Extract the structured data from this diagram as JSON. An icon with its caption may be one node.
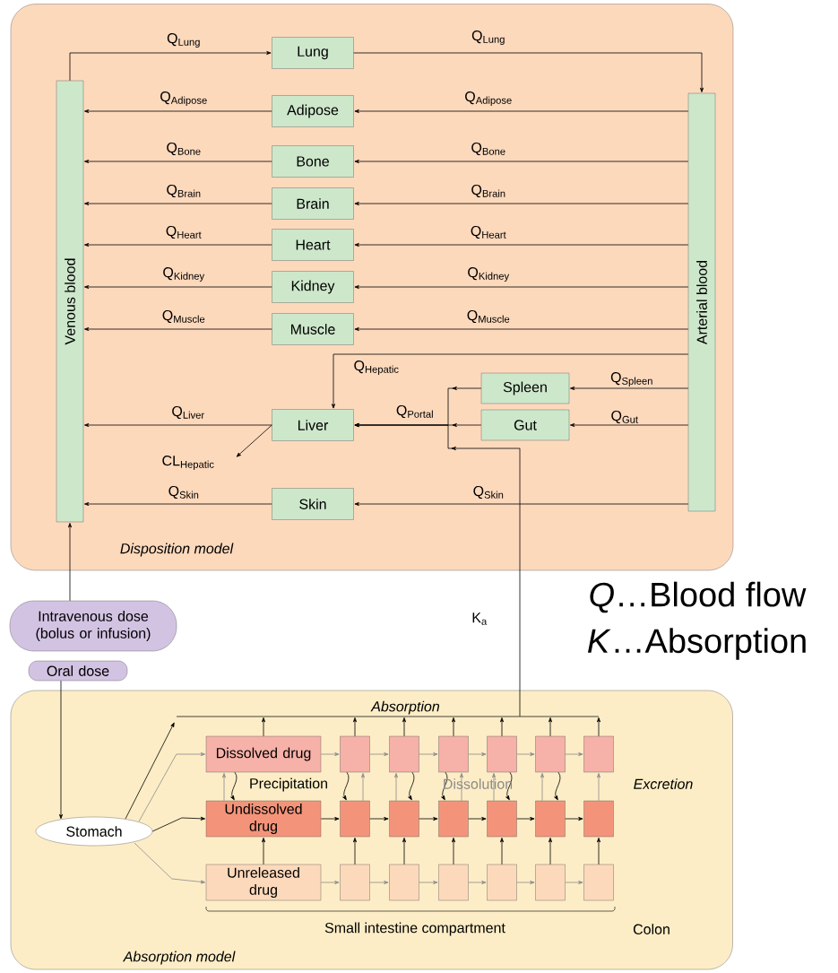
{
  "diagram": {
    "nodes": [
      {
        "text": [
          "Disposition model"
        ]
      },
      {
        "text": [
          "Venous blood"
        ],
        "in": 0
      },
      {
        "text": [
          "Lung"
        ],
        "in": 0
      },
      {
        "text": [
          "Adipose"
        ],
        "in": 0
      },
      {
        "text": [
          "Bone"
        ],
        "in": 0
      },
      {
        "text": [
          "Brain"
        ],
        "in": 0
      },
      {
        "text": [
          "Heart"
        ],
        "in": 0
      },
      {
        "text": [
          "Kidney"
        ],
        "in": 0
      },
      {
        "text": [
          "Muscle"
        ],
        "in": 0
      },
      {
        "text": [
          "Liver"
        ],
        "in": 0
      },
      {
        "text": [
          "Spleen"
        ],
        "in": 0
      },
      {
        "text": [
          "Gut"
        ],
        "in": 0
      },
      {
        "text": [
          "Skin"
        ],
        "in": 0
      },
      {
        "text": [
          "Arterial blood"
        ],
        "in": 0
      },
      {
        "text": [
          "Intravenous dose (bolus or infusion)"
        ]
      },
      {
        "text": [
          "Oral dose"
        ]
      },
      {
        "text": [
          "Absorption model"
        ]
      },
      {
        "text": [
          "Stomach"
        ],
        "in": 16
      },
      {
        "text": [
          "Absorption"
        ],
        "in": 16
      },
      {
        "text": [
          "Dissolved drug"
        ],
        "in": 16
      },
      {
        "text": [
          "Undissolved drug"
        ],
        "in": 16
      },
      {
        "text": [
          "Unreleased drug"
        ],
        "in": 16
      },
      {
        "text": [],
        "shape": "box",
        "in": 16
      },
      {
        "text": [],
        "shape": "box",
        "in": 16
      },
      {
        "text": [],
        "shape": "box",
        "in": 16
      },
      {
        "text": [],
        "shape": "box",
        "in": 16
      },
      {
        "text": [],
        "shape": "box",
        "in": 16
      },
      {
        "text": [],
        "shape": "box",
        "in": 16
      },
      {
        "text": [],
        "shape": "box",
        "in": 16
      },
      {
        "text": [],
        "shape": "box",
        "in": 16
      },
      {
        "text": [],
        "shape": "box",
        "in": 16
      },
      {
        "text": [],
        "shape": "box",
        "in": 16
      },
      {
        "text": [],
        "shape": "box",
        "in": 16
      },
      {
        "text": [],
        "shape": "box",
        "in": 16
      },
      {
        "text": [],
        "shape": "box",
        "in": 16
      },
      {
        "text": [],
        "shape": "box",
        "in": 16
      },
      {
        "text": [],
        "shape": "box",
        "in": 16
      },
      {
        "text": [],
        "shape": "box",
        "in": 16
      },
      {
        "text": [],
        "shape": "box",
        "in": 16
      },
      {
        "text": [],
        "shape": "box",
        "in": 16
      }
    ],
    "edges": [
      {
        "from": 1,
        "to": 2,
        "arrow": "to",
        "label": "Q$_{Lung}$"
      },
      {
        "from": 2,
        "to": 13,
        "arrow": "to",
        "label": "Q$_{Lung}$"
      },
      {
        "from": 13,
        "to": 3,
        "arrow": "to",
        "label": "Q$_{Adipose}$"
      },
      {
        "from": 3,
        "to": 1,
        "arrow": "to",
        "label": "Q$_{Adipose}$"
      },
      {
        "from": 13,
        "to": 4,
        "arrow": "to",
        "label": "Q$_{Bone}$"
      },
      {
        "from": 4,
        "to": 1,
        "arrow": "to",
        "label": "Q$_{Bone}$"
      },
      {
        "from": 13,
        "to": 5,
        "arrow": "to",
        "label": "Q$_{Brain}$"
      },
      {
        "from": 5,
        "to": 1,
        "arrow": "to",
        "label": "Q$_{Brain}$"
      },
      {
        "from": 13,
        "to": 6,
        "arrow": "to",
        "label": "Q$_{Heart}$"
      },
      {
        "from": 6,
        "to": 1,
        "arrow": "to",
        "label": "Q$_{Heart}$"
      },
      {
        "from": 13,
        "to": 7,
        "arrow": "to",
        "label": "Q$_{Kidney}$"
      },
      {
        "from": 7,
        "to": 1,
        "arrow": "to",
        "label": "Q$_{Kidney}$"
      },
      {
        "from": 13,
        "to": 8,
        "arrow": "to",
        "label": "Q$_{Muscle}$"
      },
      {
        "from": 8,
        "to": 1,
        "arrow": "to",
        "label": "Q$_{Muscle}$"
      },
      {
        "from": 13,
        "to": 9,
        "arrow": "to",
        "label": "Q$_{Hepatic}$"
      },
      {
        "from": 13,
        "to": 10,
        "arrow": "to",
        "label": "Q$_{Spleen}$"
      },
      {
        "from": 13,
        "to": 11,
        "arrow": "to",
        "label": "Q$_{Gut}$"
      },
      {
        "from": 10,
        "to": 9,
        "arrow": "to"
      },
      {
        "from": 11,
        "to": 9,
        "arrow": "to",
        "label": "Q$_{Portal}$"
      },
      {
        "from": 18,
        "to": 9,
        "arrow": "to",
        "label": "K$_{a}$"
      },
      {
        "from": 9,
        "to": 1,
        "arrow": "to",
        "label": "Q$_{Liver}$"
      },
      {
        "from": 9,
        "to": null,
        "arrow": "to",
        "label": "CL$_{Hepatic}$"
      },
      {
        "from": 13,
        "to": 12,
        "arrow": "to",
        "label": "Q$_{Skin}$"
      },
      {
        "from": 12,
        "to": 1,
        "arrow": "to",
        "label": "Q$_{Skin}$"
      },
      {
        "from": 14,
        "to": 1,
        "arrow": "to"
      },
      {
        "from": 15,
        "to": 17,
        "arrow": "to"
      },
      {
        "from": 17,
        "to": 18,
        "arrow": "to"
      },
      {
        "from": 17,
        "to": 19,
        "arrow": "to",
        "color": "#8c8c8c"
      },
      {
        "from": 17,
        "to": 20,
        "arrow": "to"
      },
      {
        "from": 17,
        "to": 21,
        "arrow": "to",
        "color": "#8c8c8c"
      },
      {
        "from": 19,
        "to": 18,
        "arrow": "to"
      },
      {
        "from": 20,
        "to": 19,
        "arrow": "to",
        "color": "#8c8c8c"
      },
      {
        "from": 19,
        "to": 20,
        "arrow": "to"
      },
      {
        "from": 21,
        "to": 20,
        "arrow": "to"
      },
      {
        "from": 19,
        "to": 22,
        "arrow": "to",
        "color": "#8c8c8c"
      },
      {
        "from": 20,
        "to": 28,
        "arrow": "to"
      },
      {
        "from": 21,
        "to": 34,
        "arrow": "to",
        "color": "#8c8c8c"
      },
      {
        "from": 22,
        "to": 18,
        "arrow": "to"
      },
      {
        "from": 28,
        "to": 22,
        "arrow": "to",
        "color": "#8c8c8c"
      },
      {
        "from": 22,
        "to": 28,
        "arrow": "to"
      },
      {
        "from": 34,
        "to": 28,
        "arrow": "to"
      },
      {
        "from": 22,
        "to": 23,
        "arrow": "to",
        "color": "#8c8c8c"
      },
      {
        "from": 28,
        "to": 29,
        "arrow": "to"
      },
      {
        "from": 34,
        "to": 35,
        "arrow": "to",
        "color": "#8c8c8c"
      },
      {
        "from": 23,
        "to": 18,
        "arrow": "to"
      },
      {
        "from": 29,
        "to": 23,
        "arrow": "to",
        "color": "#8c8c8c"
      },
      {
        "from": 23,
        "to": 29,
        "arrow": "to"
      },
      {
        "from": 35,
        "to": 29,
        "arrow": "to"
      },
      {
        "from": 23,
        "to": 24,
        "arrow": "to",
        "color": "#8c8c8c"
      },
      {
        "from": 29,
        "to": 30,
        "arrow": "to"
      },
      {
        "from": 35,
        "to": 36,
        "arrow": "to",
        "color": "#8c8c8c"
      },
      {
        "from": 24,
        "to": 18,
        "arrow": "to"
      },
      {
        "from": 30,
        "to": 24,
        "arrow": "to",
        "color": "#8c8c8c"
      },
      {
        "from": 24,
        "to": 30,
        "arrow": "to"
      },
      {
        "from": 36,
        "to": 30,
        "arrow": "to"
      },
      {
        "from": 24,
        "to": 25,
        "arrow": "to",
        "color": "#8c8c8c"
      },
      {
        "from": 30,
        "to": 31,
        "arrow": "to"
      },
      {
        "from": 36,
        "to": 37,
        "arrow": "to",
        "color": "#8c8c8c"
      },
      {
        "from": 25,
        "to": 18,
        "arrow": "to"
      },
      {
        "from": 31,
        "to": 25,
        "arrow": "to",
        "color": "#8c8c8c"
      },
      {
        "from": 25,
        "to": 31,
        "arrow": "to"
      },
      {
        "from": 37,
        "to": 31,
        "arrow": "to"
      },
      {
        "from": 25,
        "to": 26,
        "arrow": "to",
        "color": "#8c8c8c"
      },
      {
        "from": 31,
        "to": 32,
        "arrow": "to"
      },
      {
        "from": 37,
        "to": 38,
        "arrow": "to",
        "color": "#8c8c8c"
      },
      {
        "from": 26,
        "to": 18,
        "arrow": "to"
      },
      {
        "from": 32,
        "to": 26,
        "arrow": "to",
        "color": "#8c8c8c"
      },
      {
        "from": 26,
        "to": 32,
        "arrow": "to"
      },
      {
        "from": 38,
        "to": 32,
        "arrow": "to"
      },
      {
        "from": 26,
        "to": 27,
        "arrow": "to",
        "color": "#8c8c8c"
      },
      {
        "from": 32,
        "to": 33,
        "arrow": "to"
      },
      {
        "from": 38,
        "to": 39,
        "arrow": "to",
        "color": "#8c8c8c"
      },
      {
        "from": 27,
        "to": 18,
        "arrow": "to"
      },
      {
        "from": 33,
        "to": 27,
        "arrow": "to",
        "color": "#8c8c8c"
      },
      {
        "from": 39,
        "to": 33,
        "arrow": "to"
      }
    ],
    "labels": [
      "Precipitation",
      "Dissolution",
      "Excretion",
      "Small intestine compartment",
      "Colon",
      "*Q*…Blood flow",
      "*K*…Absorption"
    ]
  }
}
